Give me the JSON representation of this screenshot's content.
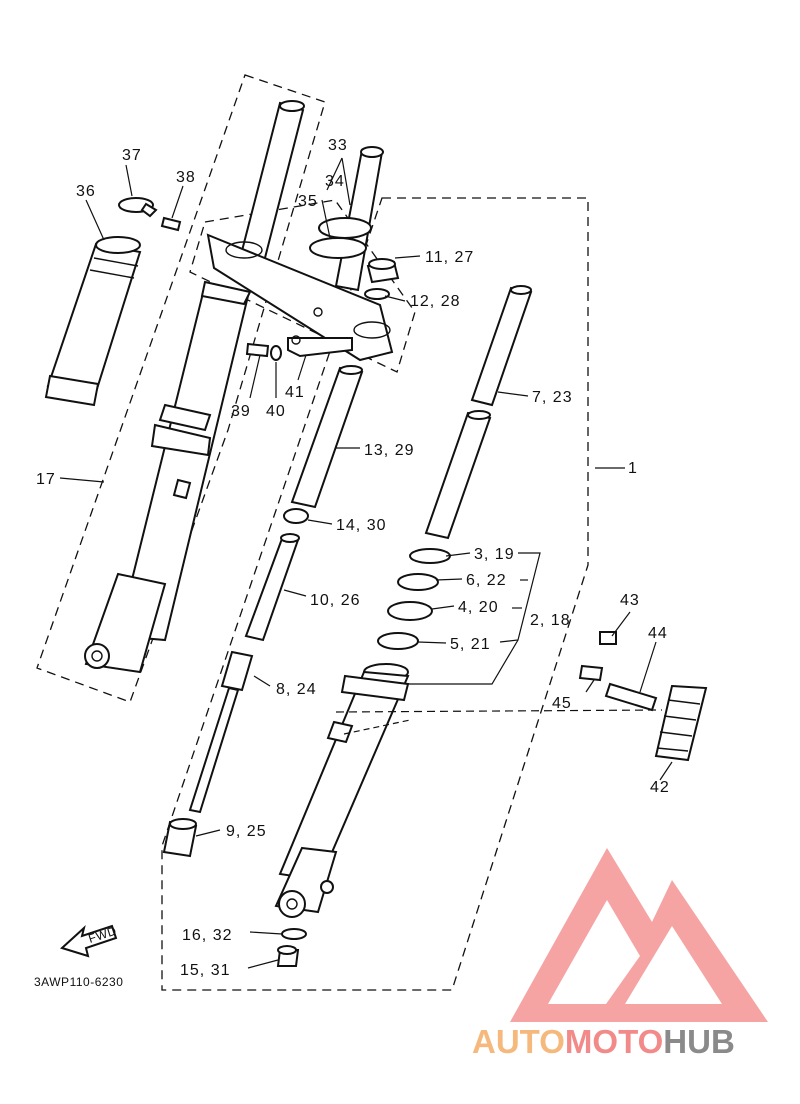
{
  "labels": {
    "l1": "1",
    "l17": "17",
    "l33": "33",
    "l34": "34",
    "l35": "35",
    "l36": "36",
    "l37": "37",
    "l38": "38",
    "l39": "39",
    "l40": "40",
    "l41": "41",
    "l42": "42",
    "l43": "43",
    "l44": "44",
    "l45": "45",
    "l11_27": "11, 27",
    "l12_28": "12, 28",
    "l7_23": "7, 23",
    "l13_29": "13, 29",
    "l14_30": "14, 30",
    "l3_19": "3, 19",
    "l6_22": "6, 22",
    "l4_20": "4, 20",
    "l2_18": "2, 18",
    "l5_21": "5, 21",
    "l10_26": "10, 26",
    "l8_24": "8, 24",
    "l9_25": "9, 25",
    "l16_32": "16, 32",
    "l15_31": "15, 31"
  },
  "fwd_badge": "FWD",
  "diagram_code": "3AWP110-6230",
  "watermark": {
    "part1": "AUTO",
    "part2": "MOTO",
    "part3": "HUB",
    "color1": "#f6b97d",
    "color2": "#f28a8a",
    "color3": "#8a8a8a"
  }
}
